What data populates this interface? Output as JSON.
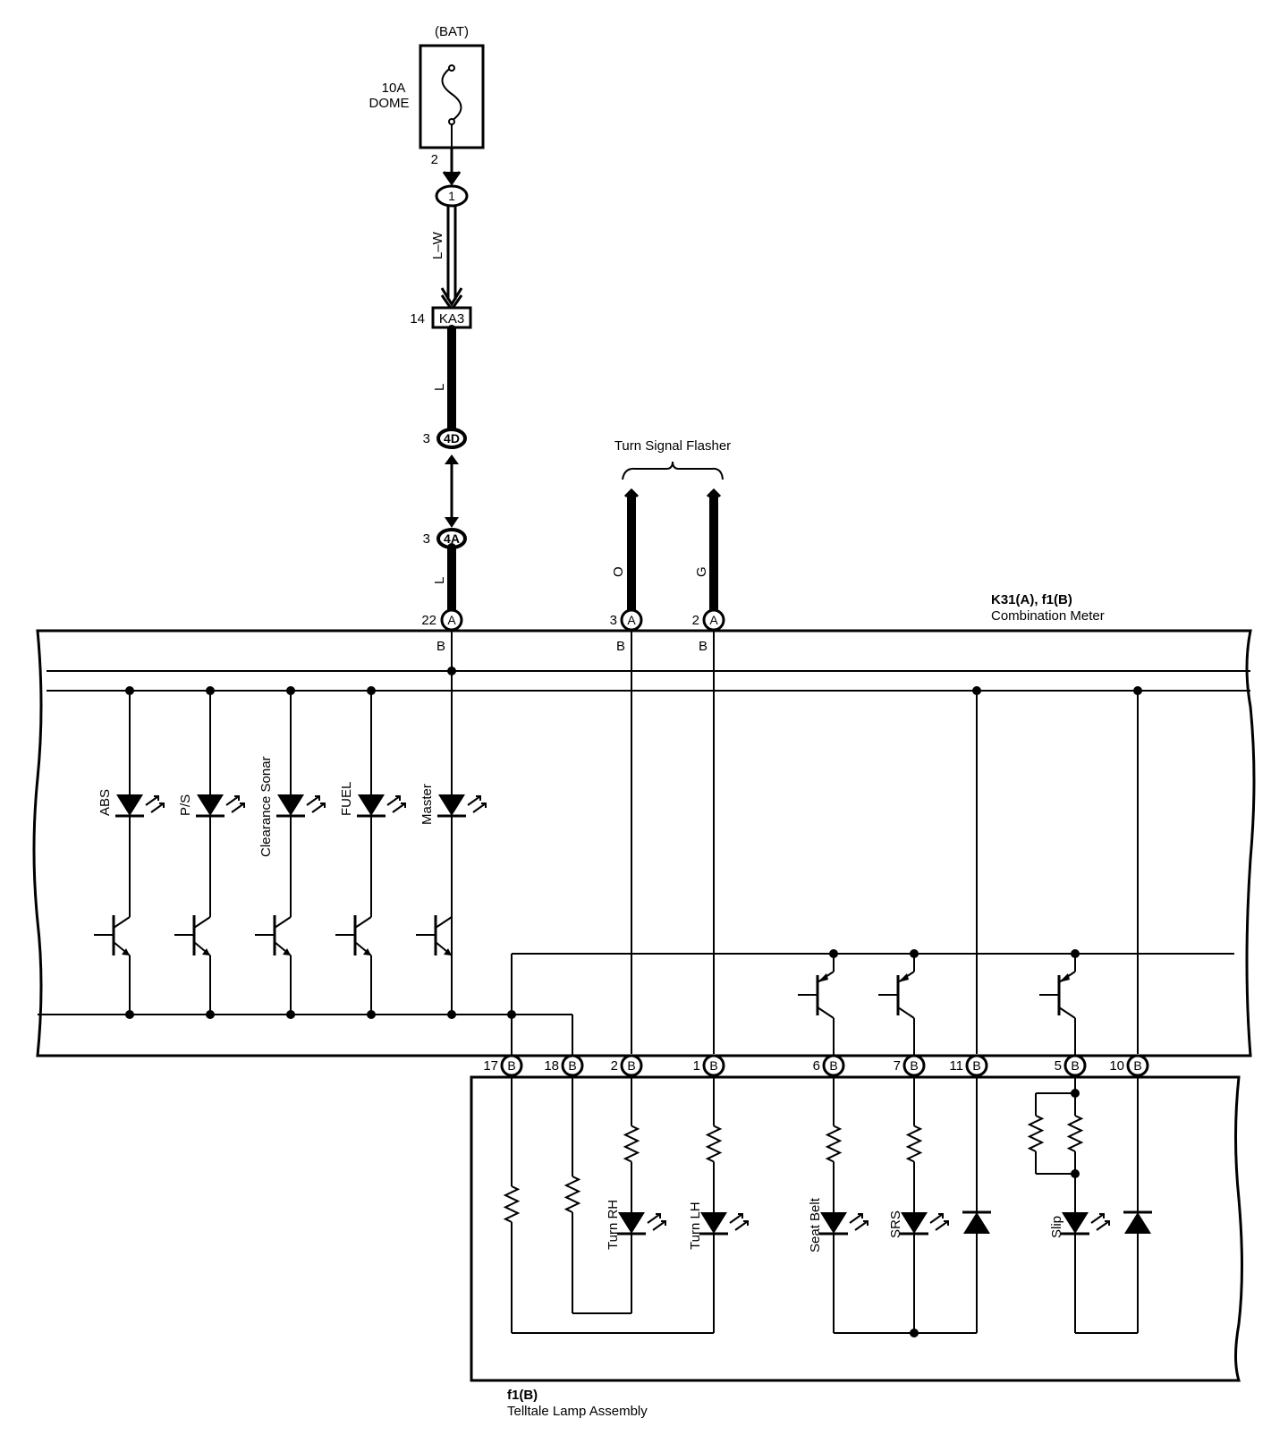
{
  "power": {
    "source": "(BAT)",
    "fuse_amp": "10A",
    "fuse_name": "DOME",
    "fuse_pin": "2"
  },
  "connectors": {
    "c1": {
      "id": "1"
    },
    "ka3": {
      "id": "KA3",
      "pin": "14"
    },
    "c4d": {
      "id": "4D",
      "pin": "3"
    },
    "c4a": {
      "id": "4A",
      "pin": "3"
    }
  },
  "wires": {
    "lw": "L–W",
    "l_upper": "L",
    "l_lower": "L",
    "orange": "O",
    "green": "G"
  },
  "flasher": {
    "label": "Turn Signal Flasher"
  },
  "meter": {
    "title": "K31(A), f1(B)",
    "subtitle": "Combination Meter",
    "pins_a": [
      {
        "pin": "22",
        "conn": "A",
        "wire": "B"
      },
      {
        "pin": "3",
        "conn": "A",
        "wire": "B"
      },
      {
        "pin": "2",
        "conn": "A",
        "wire": "B"
      }
    ],
    "lamps": [
      "ABS",
      "P/S",
      "Clearance Sonar",
      "FUEL",
      "Master"
    ]
  },
  "telltale": {
    "title": "f1(B)",
    "subtitle": "Telltale Lamp Assembly",
    "pins_b": [
      {
        "pin": "17",
        "conn": "B"
      },
      {
        "pin": "18",
        "conn": "B"
      },
      {
        "pin": "2",
        "conn": "B"
      },
      {
        "pin": "1",
        "conn": "B"
      },
      {
        "pin": "6",
        "conn": "B"
      },
      {
        "pin": "7",
        "conn": "B"
      },
      {
        "pin": "11",
        "conn": "B"
      },
      {
        "pin": "5",
        "conn": "B"
      },
      {
        "pin": "10",
        "conn": "B"
      }
    ],
    "lamps": [
      "Turn RH",
      "Turn LH",
      "Seat Belt",
      "SRS",
      "Slip"
    ]
  }
}
